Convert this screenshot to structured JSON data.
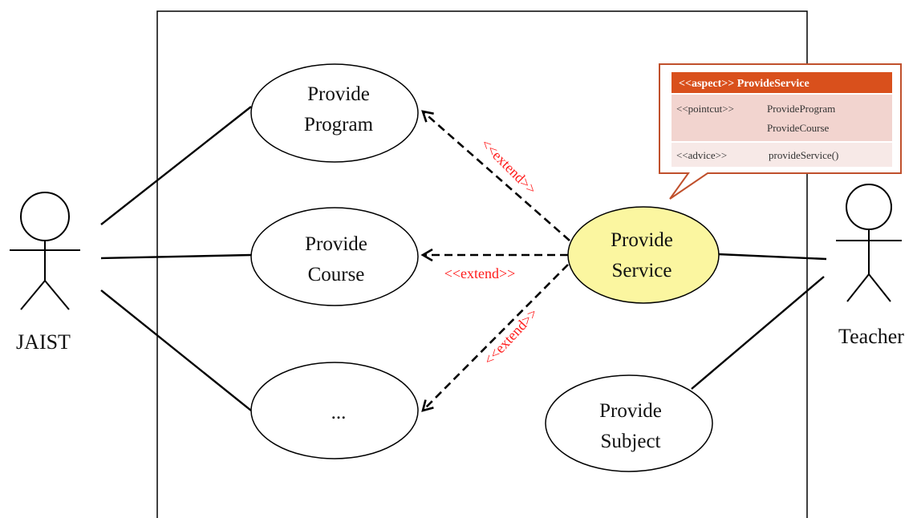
{
  "actors": {
    "left": {
      "name": "JAIST"
    },
    "right": {
      "name": "Teacher"
    }
  },
  "use_cases": {
    "program": {
      "line1": "Provide",
      "line2": "Program"
    },
    "course": {
      "line1": "Provide",
      "line2": "Course"
    },
    "more": {
      "label": "..."
    },
    "service": {
      "line1": "Provide",
      "line2": "Service"
    },
    "subject": {
      "line1": "Provide",
      "line2": "Subject"
    }
  },
  "relations": {
    "extend_program": "<<extend>>",
    "extend_course": "<<extend>>",
    "extend_more": "<<extend>>"
  },
  "aspect_note": {
    "title": "<<aspect>> ProvideService",
    "pointcut_keyword": "<<pointcut>>",
    "pointcut_targets": [
      "ProvideProgram",
      "ProvideCourse"
    ],
    "advice_keyword": "<<advice>>",
    "advice_method": "provideService()"
  },
  "colors": {
    "service_fill": "#fbf6a0",
    "note_border": "#c0502c",
    "note_header": "#d9501c",
    "note_row_fill": "#f2d4cf",
    "extend_text": "#ff1a1a"
  }
}
